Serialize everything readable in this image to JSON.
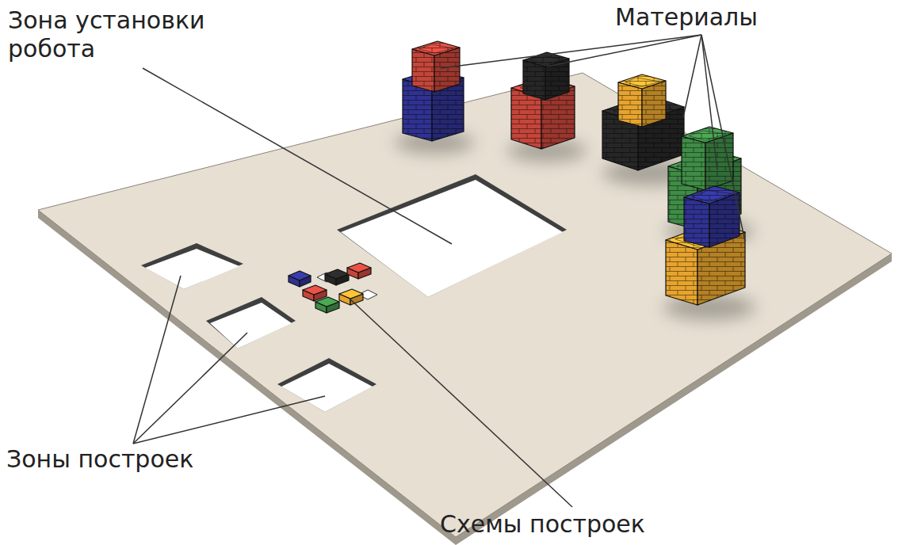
{
  "diagram": {
    "labels": [
      "Зона установки робота",
      "Материалы",
      "Зоны построек",
      "Схемы построек"
    ]
  }
}
